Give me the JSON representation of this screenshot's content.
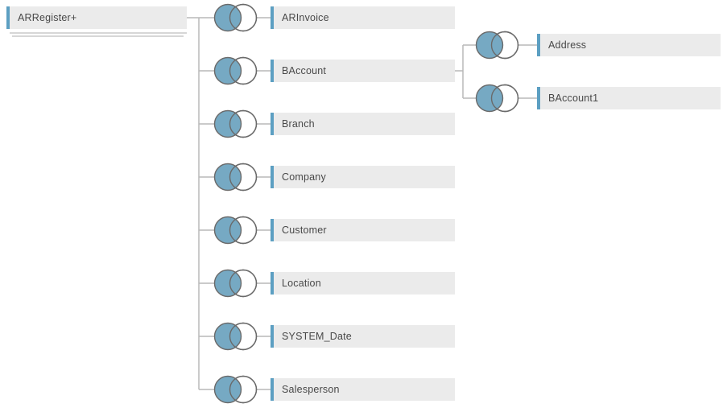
{
  "diagram": {
    "root": {
      "label": "ARRegister+",
      "has_union_indicator": true
    },
    "tables": [
      {
        "label": "ARInvoice",
        "join_type": "left-join"
      },
      {
        "label": "BAccount",
        "join_type": "left-join"
      },
      {
        "label": "Branch",
        "join_type": "left-join"
      },
      {
        "label": "Company",
        "join_type": "left-join"
      },
      {
        "label": "Customer",
        "join_type": "left-join"
      },
      {
        "label": "Location",
        "join_type": "left-join"
      },
      {
        "label": "SYSTEM_Date",
        "join_type": "left-join"
      },
      {
        "label": "Salesperson",
        "join_type": "left-join"
      }
    ],
    "subtree": {
      "parent": "BAccount",
      "tables": [
        {
          "label": "Address",
          "join_type": "left-join"
        },
        {
          "label": "BAccount1",
          "join_type": "left-join"
        }
      ]
    },
    "colors": {
      "node_accent_blue": "#5c9fc2",
      "venn_fill_blue": "#76a9c3",
      "venn_stroke_gray": "#6a6a6a",
      "node_background": "#ebebeb",
      "connector_gray": "#b9b9b9",
      "text_gray": "#484848"
    }
  }
}
